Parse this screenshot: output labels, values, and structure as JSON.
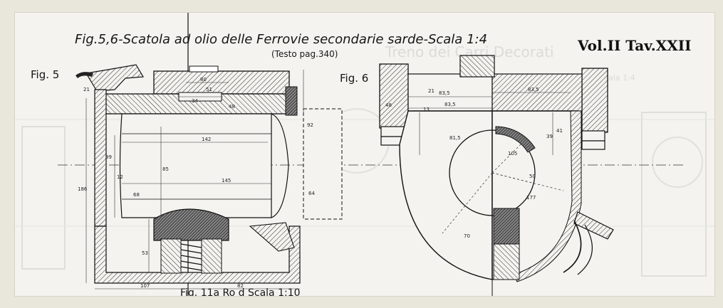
{
  "plate": {
    "title": "Fig.5,6-Scatola ad olio delle Ferrovie secondarie sarde-Scala 1:4",
    "text_ref": "(Testo pag.340)",
    "volume": "Vol.II Tav.XXII",
    "fig5_label": "Fig. 5",
    "fig6_label": "Fig. 6",
    "bleed_title": "Treno dei Carri Decorati",
    "bleed_scale": "Scala 1:4",
    "bottom_caption": "Fig. 11a Ro                  d            Scala 1:10"
  },
  "fig5_dims": {
    "d80": "80",
    "d51": "51",
    "d34": "34",
    "d21": "21",
    "d48": "48",
    "d142": "142",
    "d99": "99",
    "d85": "85",
    "d12": "12",
    "d145": "145",
    "d186": "186",
    "d68": "68",
    "d53": "53",
    "d107": "107",
    "d82": "82",
    "d92": "92",
    "d64": "64"
  },
  "fig6_dims": {
    "d835a": "83,5",
    "d835b": "83,5",
    "d835c": "83,5",
    "d815": "81,5",
    "d21": "21",
    "d48": "48",
    "d13": "13",
    "d105": "105",
    "d50": "50",
    "d177": "177",
    "d70": "70",
    "d39": "39",
    "d41": "41"
  }
}
